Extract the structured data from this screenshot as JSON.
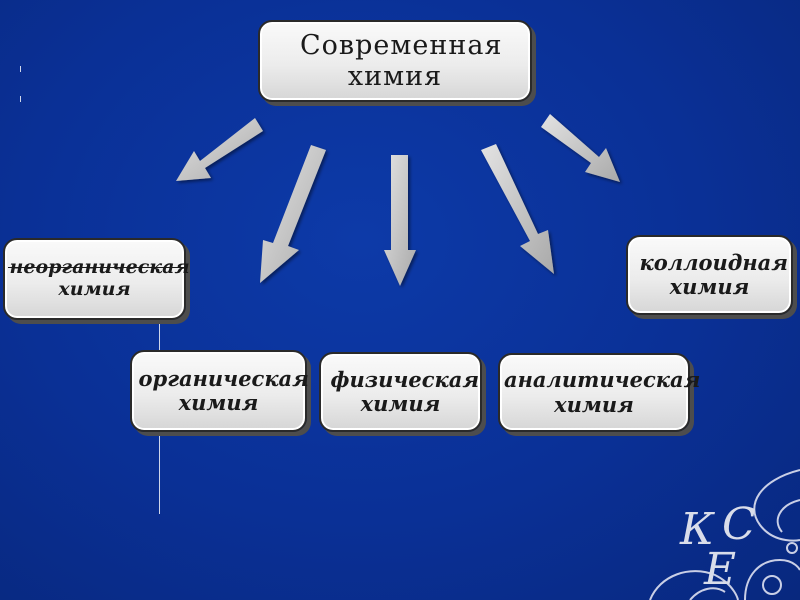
{
  "diagram": {
    "root": "Современная химия",
    "children": [
      "неорганическая химия",
      "органическая химия",
      "физическая химия",
      "аналитическая химия",
      "коллоидная химия"
    ]
  },
  "decoration": {
    "monogram_letters": [
      "К",
      "С",
      "Е"
    ]
  },
  "colors": {
    "background": "#0a3096",
    "box_fill": "#ececec",
    "arrow_fill": "#c4c4c4"
  }
}
